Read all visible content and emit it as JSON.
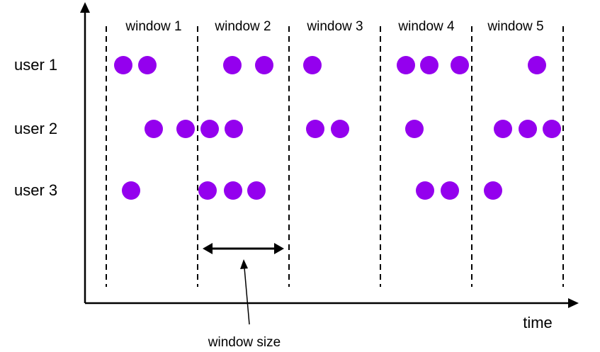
{
  "windows": [
    {
      "label": "window 1"
    },
    {
      "label": "window 2"
    },
    {
      "label": "window 3"
    },
    {
      "label": "window 4"
    },
    {
      "label": "window 5"
    }
  ],
  "users": [
    {
      "label": "user 1"
    },
    {
      "label": "user 2"
    },
    {
      "label": "user 3"
    }
  ],
  "axis": {
    "x_label": "time"
  },
  "annotation": {
    "label": "window size"
  },
  "events": [
    {
      "user": 1,
      "window": 1,
      "count": 2
    },
    {
      "user": 1,
      "window": 2,
      "count": 2
    },
    {
      "user": 1,
      "window": 3,
      "count": 1
    },
    {
      "user": 1,
      "window": 4,
      "count": 3
    },
    {
      "user": 1,
      "window": 5,
      "count": 1
    },
    {
      "user": 2,
      "window": 1,
      "count": 2
    },
    {
      "user": 2,
      "window": 2,
      "count": 2
    },
    {
      "user": 2,
      "window": 3,
      "count": 2
    },
    {
      "user": 2,
      "window": 4,
      "count": 1
    },
    {
      "user": 2,
      "window": 5,
      "count": 3
    },
    {
      "user": 3,
      "window": 1,
      "count": 1
    },
    {
      "user": 3,
      "window": 2,
      "count": 3
    },
    {
      "user": 3,
      "window": 4,
      "count": 2
    },
    {
      "user": 3,
      "window": 5,
      "count": 1
    }
  ],
  "colors": {
    "event": "#9400ee",
    "line": "#000000"
  }
}
